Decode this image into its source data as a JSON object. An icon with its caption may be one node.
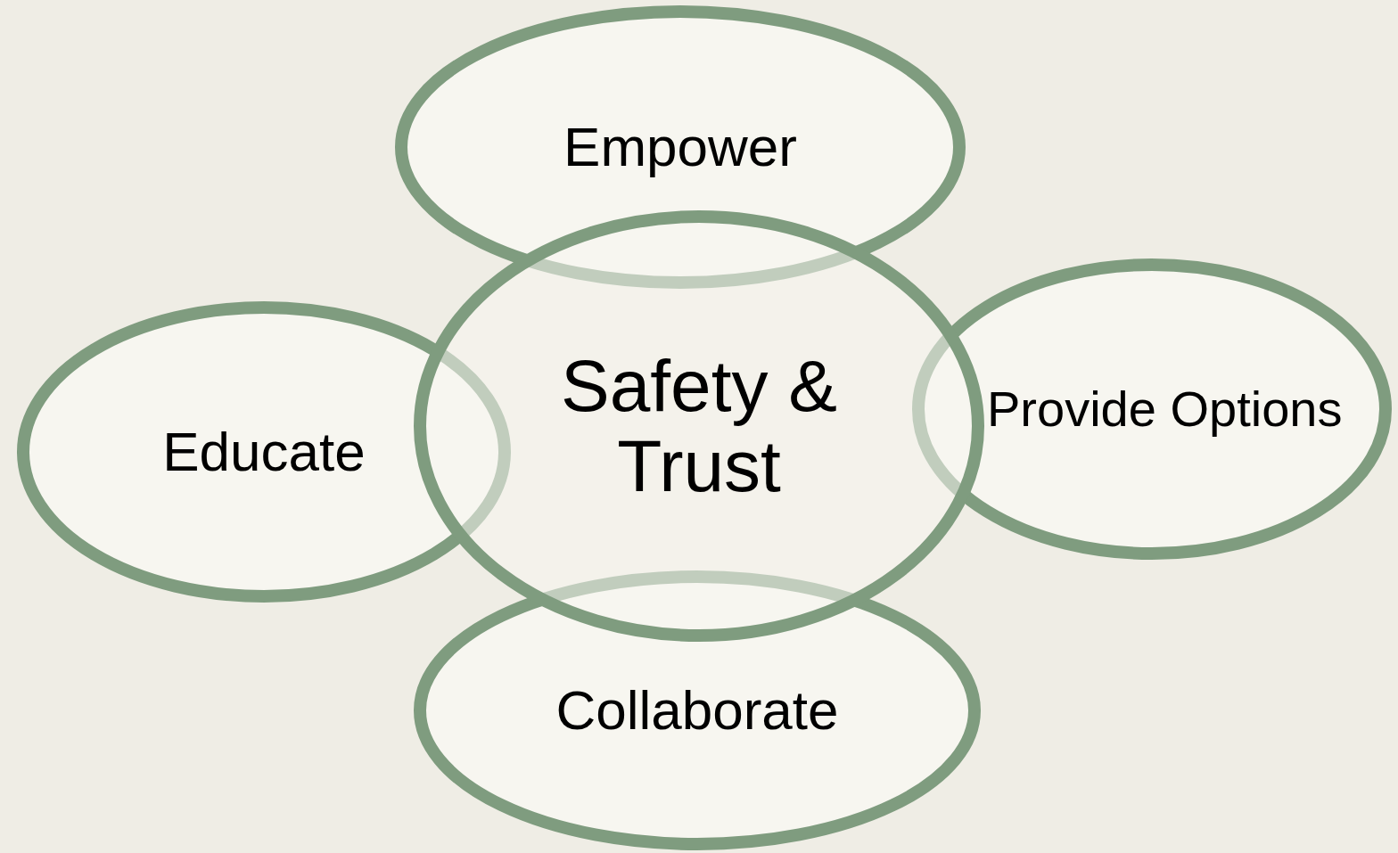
{
  "diagram": {
    "nodes": [
      {
        "text": [
          "Empower"
        ]
      },
      {
        "text": [
          "Educate"
        ]
      },
      {
        "text": [
          "Safety & Trust"
        ]
      },
      {
        "text": [
          "Provide Options"
        ]
      },
      {
        "text": [
          "Collaborate"
        ]
      }
    ]
  }
}
